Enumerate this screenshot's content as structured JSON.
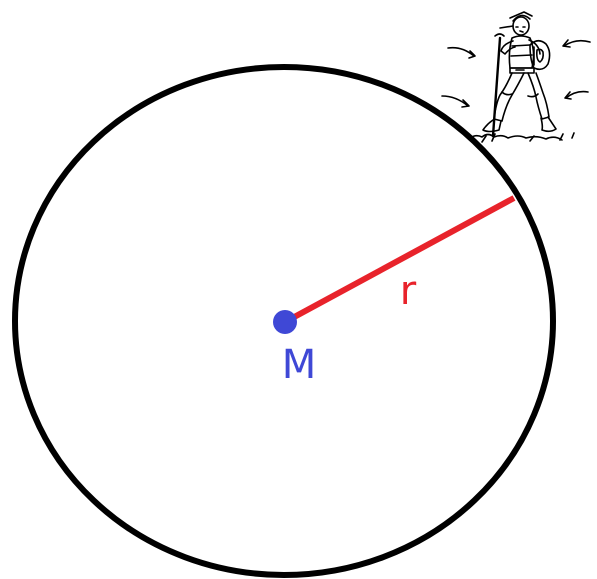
{
  "diagram": {
    "center_label": "M",
    "radius_label": "r",
    "colors": {
      "circle": "#000000",
      "center_point": "#3f48d6",
      "center_label": "#3f48d6",
      "radius_line": "#e8232b",
      "radius_label": "#e8232b",
      "hiker": "#000000"
    },
    "figure": {
      "description_icon": "hiker-icon",
      "movement_arrows": 4
    }
  }
}
